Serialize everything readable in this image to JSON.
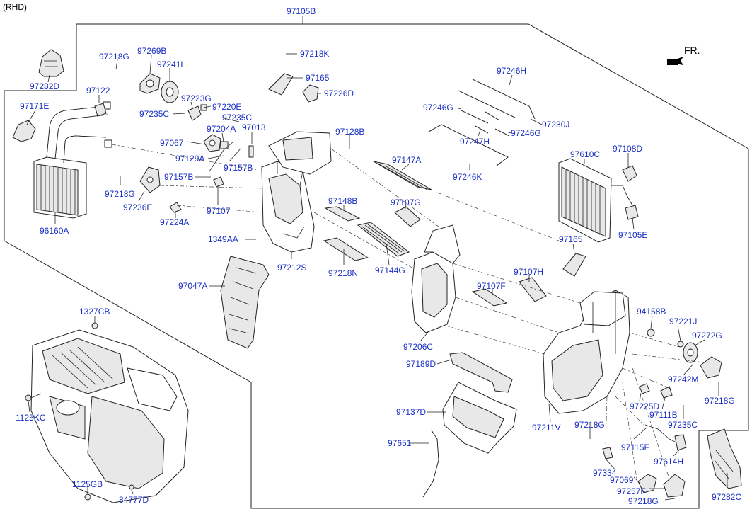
{
  "variant_label": "(RHD)",
  "assembly_label": "97105B",
  "direction_label": "FR.",
  "colors": {
    "part_number": "#1a2fc4",
    "line": "#222222"
  },
  "callouts": [
    {
      "id": "97282D",
      "text": "97282D"
    },
    {
      "id": "97218G_a",
      "text": "97218G"
    },
    {
      "id": "97269B",
      "text": "97269B"
    },
    {
      "id": "97241L",
      "text": "97241L"
    },
    {
      "id": "97122",
      "text": "97122"
    },
    {
      "id": "97223G",
      "text": "97223G"
    },
    {
      "id": "97220E",
      "text": "97220E"
    },
    {
      "id": "97235C_a",
      "text": "97235C"
    },
    {
      "id": "97235C_b",
      "text": "97235C"
    },
    {
      "id": "97171E",
      "text": "97171E"
    },
    {
      "id": "97013",
      "text": "97013"
    },
    {
      "id": "97204A",
      "text": "97204A"
    },
    {
      "id": "97067",
      "text": "97067"
    },
    {
      "id": "97129A",
      "text": "97129A"
    },
    {
      "id": "97157B_a",
      "text": "97157B"
    },
    {
      "id": "97157B_b",
      "text": "97157B"
    },
    {
      "id": "97218G_b",
      "text": "97218G"
    },
    {
      "id": "97236E",
      "text": "97236E"
    },
    {
      "id": "97107",
      "text": "97107"
    },
    {
      "id": "97224A",
      "text": "97224A"
    },
    {
      "id": "96160A",
      "text": "96160A"
    },
    {
      "id": "1349AA",
      "text": "1349AA"
    },
    {
      "id": "97218K",
      "text": "97218K"
    },
    {
      "id": "97165_a",
      "text": "97165"
    },
    {
      "id": "97226D",
      "text": "97226D"
    },
    {
      "id": "97128B",
      "text": "97128B"
    },
    {
      "id": "97147A",
      "text": "97147A"
    },
    {
      "id": "97148B",
      "text": "97148B"
    },
    {
      "id": "97107G",
      "text": "97107G"
    },
    {
      "id": "97212S",
      "text": "97212S"
    },
    {
      "id": "97218N",
      "text": "97218N"
    },
    {
      "id": "97144G",
      "text": "97144G"
    },
    {
      "id": "97047A",
      "text": "97047A"
    },
    {
      "id": "97246H",
      "text": "97246H"
    },
    {
      "id": "97246G_a",
      "text": "97246G"
    },
    {
      "id": "97230J",
      "text": "97230J"
    },
    {
      "id": "97247H",
      "text": "97247H"
    },
    {
      "id": "97246G_b",
      "text": "97246G"
    },
    {
      "id": "97246K",
      "text": "97246K"
    },
    {
      "id": "97610C",
      "text": "97610C"
    },
    {
      "id": "97108D",
      "text": "97108D"
    },
    {
      "id": "97105E",
      "text": "97105E"
    },
    {
      "id": "97165_b",
      "text": "97165"
    },
    {
      "id": "97107H",
      "text": "97107H"
    },
    {
      "id": "97107F",
      "text": "97107F"
    },
    {
      "id": "97206C",
      "text": "97206C"
    },
    {
      "id": "94158B",
      "text": "94158B"
    },
    {
      "id": "97221J",
      "text": "97221J"
    },
    {
      "id": "97272G",
      "text": "97272G"
    },
    {
      "id": "97242M",
      "text": "97242M"
    },
    {
      "id": "97218G_c",
      "text": "97218G"
    },
    {
      "id": "97189D",
      "text": "97189D"
    },
    {
      "id": "97137D",
      "text": "97137D"
    },
    {
      "id": "97211V",
      "text": "97211V"
    },
    {
      "id": "97225D",
      "text": "97225D"
    },
    {
      "id": "97111B",
      "text": "97111B"
    },
    {
      "id": "97235C_c",
      "text": "97235C"
    },
    {
      "id": "97218G_d",
      "text": "97218G"
    },
    {
      "id": "97651",
      "text": "97651"
    },
    {
      "id": "97115F",
      "text": "97115F"
    },
    {
      "id": "97614H",
      "text": "97614H"
    },
    {
      "id": "97334",
      "text": "97334"
    },
    {
      "id": "97069",
      "text": "97069"
    },
    {
      "id": "97257F",
      "text": "97257F"
    },
    {
      "id": "97218G_e",
      "text": "97218G"
    },
    {
      "id": "97282C",
      "text": "97282C"
    },
    {
      "id": "1327CB",
      "text": "1327CB"
    },
    {
      "id": "1125KC",
      "text": "1125KC"
    },
    {
      "id": "1125GB",
      "text": "1125GB"
    },
    {
      "id": "84777D",
      "text": "84777D"
    }
  ]
}
